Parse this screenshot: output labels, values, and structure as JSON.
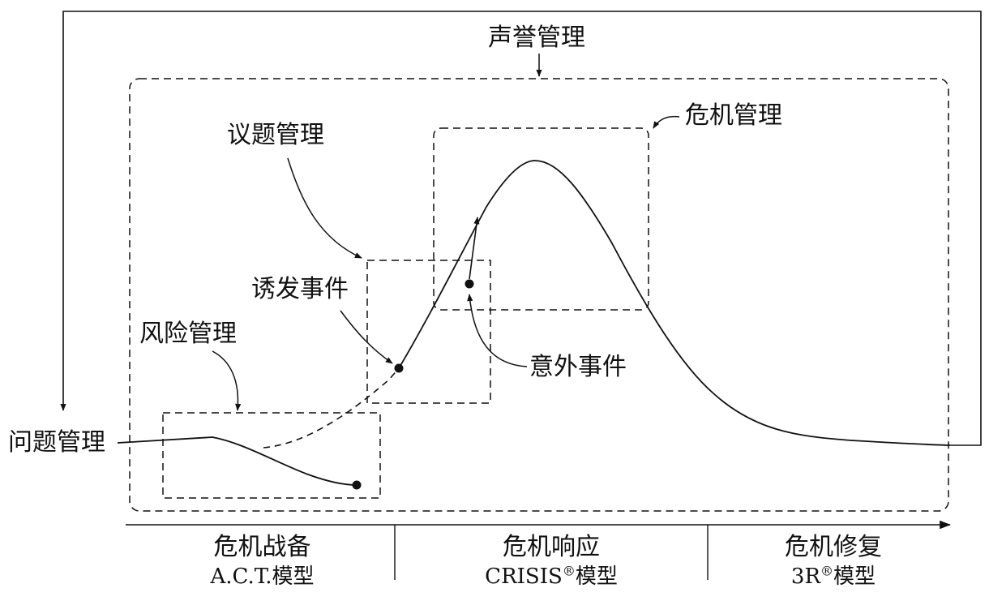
{
  "labels": {
    "reputation_management": "声誉管理",
    "crisis_management": "危机管理",
    "issue_management": "议题管理",
    "trigger_event": "诱发事件",
    "risk_management": "风险管理",
    "accidental_event": "意外事件",
    "problem_management": "问题管理"
  },
  "phases": [
    {
      "title": "危机战备",
      "model": "A.C.T.模型",
      "model_prefix": "A.C.T.",
      "model_sup": "",
      "model_suffix": "模型"
    },
    {
      "title": "危机响应",
      "model": "CRISIS®模型",
      "model_prefix": "CRISIS",
      "model_sup": "®",
      "model_suffix": "模型"
    },
    {
      "title": "危机修复",
      "model": "3R®模型",
      "model_prefix": "3R",
      "model_sup": "®",
      "model_suffix": "模型"
    }
  ],
  "colors": {
    "line": "#111111",
    "background": "#ffffff"
  }
}
